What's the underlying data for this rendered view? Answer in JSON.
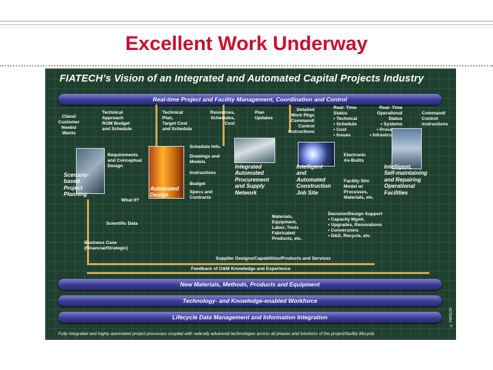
{
  "slide": {
    "title": "Excellent Work Underway"
  },
  "diagram": {
    "title": "FIATECH’s Vision of an Integrated and Automated Capital Projects Industry",
    "bars": {
      "top": "Real-time Project and Facility Management, Coordination and Control",
      "bottom1": "New Materials, Methods, Products and Equipment",
      "bottom2": "Technology- and Knowledge-enabled Workforce",
      "bottom3": "Lifecycle Data Management and Information Integration"
    },
    "labels": {
      "client": "Client/\nCustomer\nNeeds/\nWants",
      "technical_approach": "Technical\nApproach\nROM Budget\nand Schedule",
      "technical_plan": "Technical\nPlan,\nTarget Cost\nand Schedule",
      "resources": "Resources,\nSchedules,\nCost",
      "plan_updates": "Plan\nUpdates",
      "detailed": "Detailed\nWork Pkgs\nCommand/\nControl\nInstructions",
      "rt_status": "Real- Time\nStatus\n• Technical\n• Schedule\n• Cost\n• Issues",
      "rt_operational": "Real- Time\nOperational\nStatus\n• Systems\n• Processes\n• Infrastructure",
      "command_control": "Command/\nControl\nInstructions",
      "schedule_info": "Schedule Info.",
      "drawings": "Drawings and\nModels",
      "instructions": "Instructions",
      "budget": "Budget",
      "specs": "Specs and\nContracts",
      "requirements": "Requirements\nand Conceptual\nDesign",
      "what_if": "What If?",
      "electronic": "Electronic\nAs-Builts",
      "facility_sim": "Facility Sim\nModel w/\nProcesses,\nMaterials, etc.",
      "scientific": "Scientific Data",
      "materials": "Materials,\nEquipment,\nLabor, Tools\nFabricated\nProducts, etc.",
      "decision": "Decision/Design Support\n• Capacity Mgmt.\n• Upgrades, Renovations\n• Conversions\n• D&D, Recycle, etc.",
      "business_case": "Business Case\n(Financial/Strategic)",
      "supplier": "Supplier Designs/Capabilities/Products and Services",
      "feedback": "Feedback of O&M Knowledge and Experience"
    },
    "stages": {
      "scenario": "Scenario-\nbased\nProject\nPlanning",
      "automated_design": "Automated\nDesign",
      "procurement": "Integrated\nAutomated\nProcurement\nand Supply\nNetwork",
      "construction": "Intelligent\nand\nAutomated\nConstruction\nJob Site",
      "facilities": "Intelligent,\nSelf-maintaining\nand Repairing\nOperational\nFacilities"
    },
    "footer_note": "Fully integrated and highly automated project processes coupled with radically advanced technologies across all phases and functions of the project/facility lifecycle",
    "copyright": "© FIATECH"
  }
}
